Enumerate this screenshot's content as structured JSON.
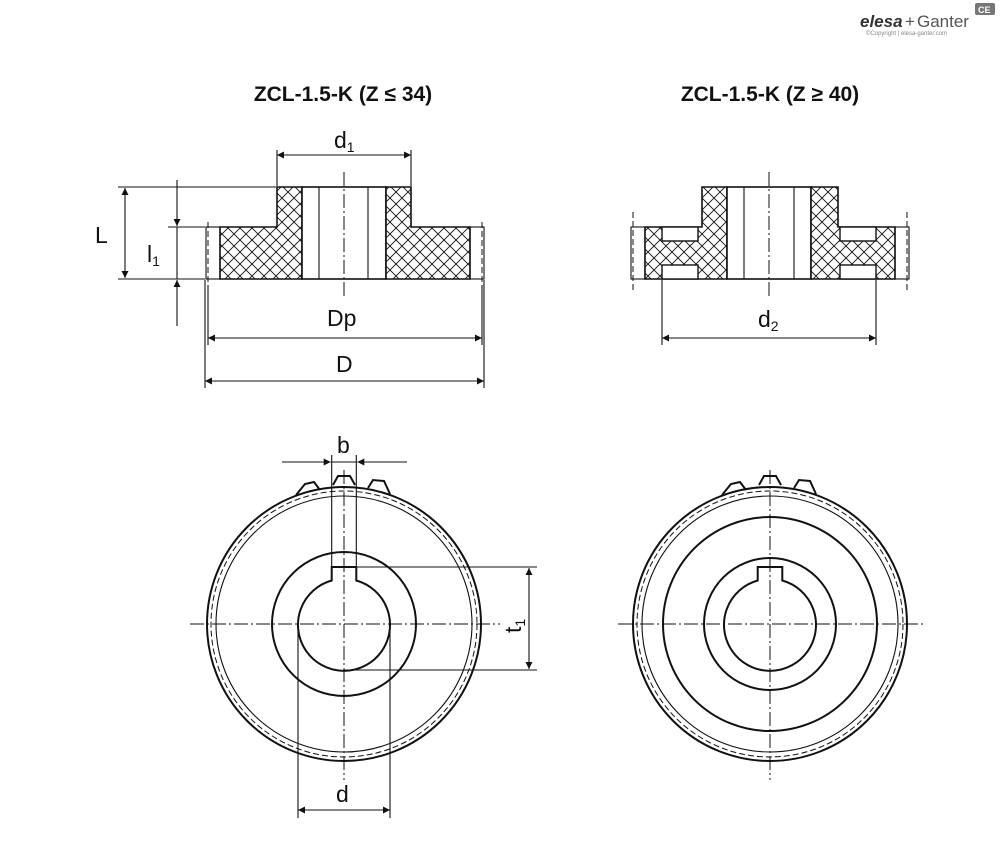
{
  "logo": {
    "brand_a": "elesa",
    "plus": "+",
    "brand_b": "Ganter",
    "badge": "CE",
    "copyright": "©Copyright | elesa-ganter.com"
  },
  "titles": {
    "left": "ZCL-1.5-K (Z ≤ 34)",
    "right": "ZCL-1.5-K (Z ≥ 40)"
  },
  "dimensions": {
    "d1_main": "d",
    "d1_sub": "1",
    "L": "L",
    "l1_main": "l",
    "l1_sub": "1",
    "Dp": "Dp",
    "D": "D",
    "d2_main": "d",
    "d2_sub": "2",
    "b": "b",
    "t1_main": "t",
    "t1_sub": "1",
    "d": "d"
  }
}
